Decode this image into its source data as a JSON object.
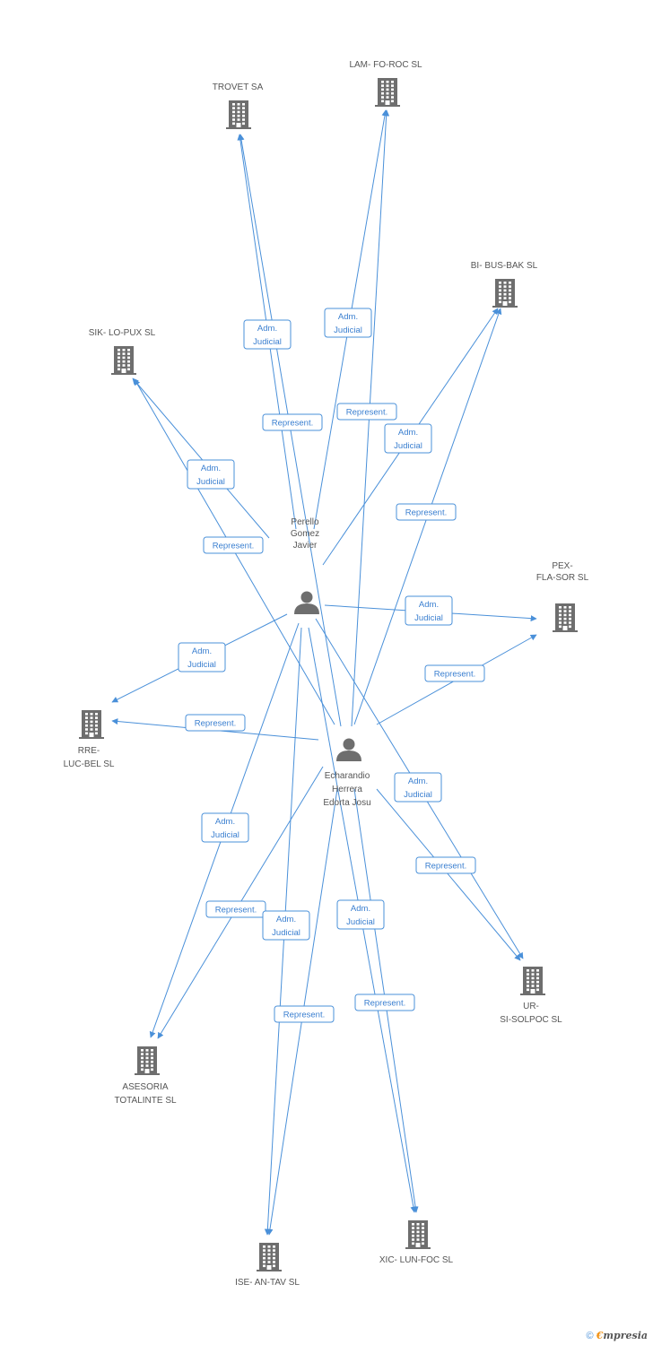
{
  "colors": {
    "edge": "#4a90d9",
    "icon": "#6e6e6e",
    "label": "#555555"
  },
  "persons": [
    {
      "id": "perello",
      "name": [
        "Perello",
        "Gomez",
        "Javier"
      ],
      "icon": "person-icon"
    },
    {
      "id": "echarandio",
      "name": [
        "Echarandio",
        "Herrera",
        "Edorta Josu"
      ],
      "icon": "person-icon"
    }
  ],
  "companies": [
    {
      "id": "lamforoc",
      "name": [
        "LAM- FO-ROC SL"
      ],
      "icon": "building-icon"
    },
    {
      "id": "trovet",
      "name": [
        "TROVET SA"
      ],
      "icon": "building-icon"
    },
    {
      "id": "bibusbak",
      "name": [
        "BI- BUS-BAK SL"
      ],
      "icon": "building-icon"
    },
    {
      "id": "siklopux",
      "name": [
        "SIK- LO-PUX SL"
      ],
      "icon": "building-icon"
    },
    {
      "id": "pexflasor",
      "name": [
        "PEX-",
        "FLA-SOR SL"
      ],
      "icon": "building-icon"
    },
    {
      "id": "rrelucbel",
      "name": [
        "RRE-",
        "LUC-BEL SL"
      ],
      "icon": "building-icon"
    },
    {
      "id": "ursisolpoc",
      "name": [
        "UR-",
        "SI-SOLPOC SL"
      ],
      "icon": "building-icon"
    },
    {
      "id": "asesoria",
      "name": [
        "ASESORIA",
        "TOTALINTE SL"
      ],
      "icon": "building-icon"
    },
    {
      "id": "xiclunfoc",
      "name": [
        "XIC- LUN-FOC SL"
      ],
      "icon": "building-icon"
    },
    {
      "id": "iseantav",
      "name": [
        "ISE- AN-TAV SL"
      ],
      "icon": "building-icon"
    }
  ],
  "edges": [
    {
      "from": "perello",
      "to": "trovet",
      "label": [
        "Adm.",
        "Judicial"
      ]
    },
    {
      "from": "echarandio",
      "to": "trovet",
      "label": [
        "Represent."
      ]
    },
    {
      "from": "perello",
      "to": "lamforoc",
      "label": [
        "Adm.",
        "Judicial"
      ]
    },
    {
      "from": "echarandio",
      "to": "lamforoc",
      "label": [
        "Represent."
      ]
    },
    {
      "from": "perello",
      "to": "bibusbak",
      "label": [
        "Adm.",
        "Judicial"
      ]
    },
    {
      "from": "echarandio",
      "to": "bibusbak",
      "label": [
        "Represent."
      ]
    },
    {
      "from": "perello",
      "to": "siklopux",
      "label": [
        "Adm.",
        "Judicial"
      ]
    },
    {
      "from": "echarandio",
      "to": "siklopux",
      "label": [
        "Represent."
      ]
    },
    {
      "from": "perello",
      "to": "pexflasor",
      "label": [
        "Adm.",
        "Judicial"
      ]
    },
    {
      "from": "echarandio",
      "to": "pexflasor",
      "label": [
        "Represent."
      ]
    },
    {
      "from": "perello",
      "to": "rrelucbel",
      "label": [
        "Adm.",
        "Judicial"
      ]
    },
    {
      "from": "echarandio",
      "to": "rrelucbel",
      "label": [
        "Represent."
      ]
    },
    {
      "from": "perello",
      "to": "ursisolpoc",
      "label": [
        "Adm.",
        "Judicial"
      ]
    },
    {
      "from": "echarandio",
      "to": "ursisolpoc",
      "label": [
        "Represent."
      ]
    },
    {
      "from": "perello",
      "to": "asesoria",
      "label": [
        "Adm.",
        "Judicial"
      ]
    },
    {
      "from": "echarandio",
      "to": "asesoria",
      "label": [
        "Represent."
      ]
    },
    {
      "from": "perello",
      "to": "iseantav",
      "label": [
        "Adm.",
        "Judicial"
      ]
    },
    {
      "from": "echarandio",
      "to": "iseantav",
      "label": [
        "Represent."
      ]
    },
    {
      "from": "perello",
      "to": "xiclunfoc",
      "label": [
        "Represent."
      ]
    },
    {
      "from": "echarandio",
      "to": "xiclunfoc",
      "label": [
        "Adm.",
        "Judicial"
      ]
    }
  ],
  "footer": {
    "copyright": "©",
    "brand_first": "€",
    "brand_rest": "mpresia"
  }
}
